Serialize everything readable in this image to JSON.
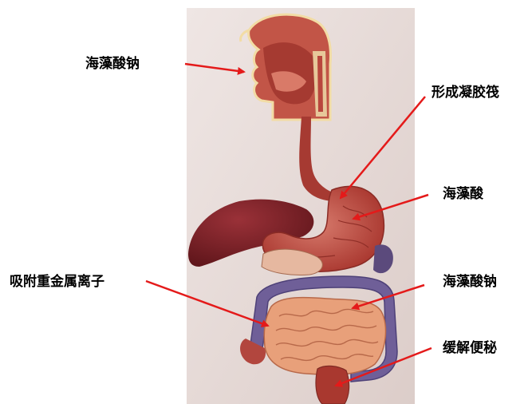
{
  "labels": {
    "mouth": "海藻酸钠",
    "stomach_top": "形成凝胶筏",
    "stomach": "海藻酸",
    "intestine_left": "吸附重金属离子",
    "intestine_right": "海藻酸钠",
    "colon": "缓解便秘"
  },
  "colors": {
    "arrow": "#e41a1a",
    "panel": "#e9dedb",
    "organ_red": "#b5433c",
    "liver": "#7a1f24",
    "small_intestine": "#e8a07a",
    "colon_purple": "#6f5f98"
  }
}
